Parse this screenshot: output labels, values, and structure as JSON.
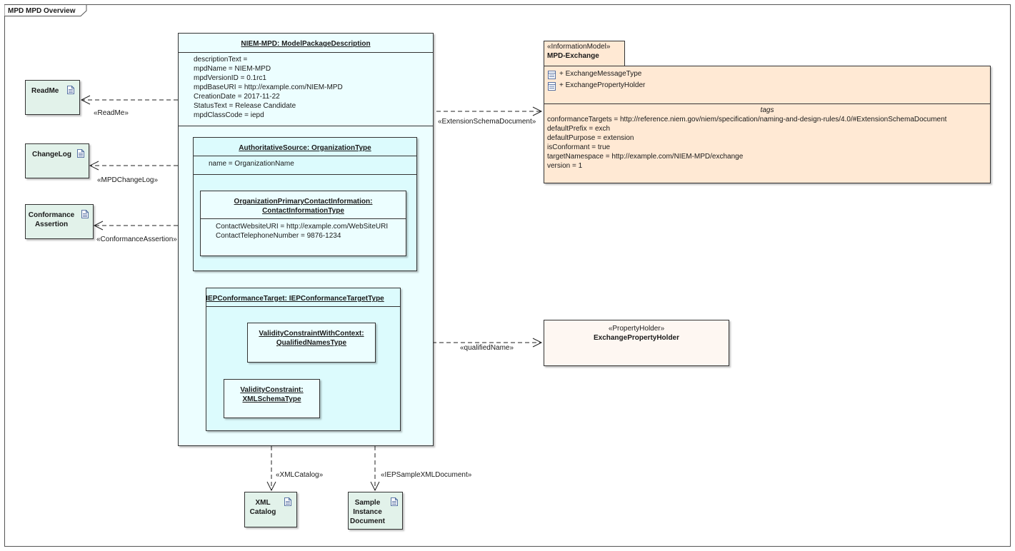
{
  "frame": {
    "title": "MPD MPD Overview"
  },
  "mpd": {
    "title": "NIEM-MPD: ModelPackageDescription",
    "attrs": [
      "descriptionText =",
      "mpdName = NIEM-MPD",
      "mpdVersionID = 0.1rc1",
      "mpdBaseURI = http://example.com/NIEM-MPD",
      "CreationDate = 2017-11-22",
      "StatusText = Release Candidate",
      "mpdClassCode = iepd"
    ]
  },
  "auth": {
    "title": "AuthoritativeSource: OrganizationType",
    "attr": "name = OrganizationName"
  },
  "contact": {
    "title1": "OrganizationPrimaryContactInformation:",
    "title2": "ContactInformationType",
    "attrs": [
      "ContactWebsiteURI = http://example.com/WebSiteURI",
      "ContactTelephoneNumber = 9876-1234"
    ]
  },
  "iep": {
    "title": "IEPConformanceTarget: IEPConformanceTargetType"
  },
  "vcwc": {
    "title1": "ValidityConstraintWithContext:",
    "title2": "QualifiedNamesType"
  },
  "vc": {
    "title1": "ValidityConstraint:",
    "title2": "XMLSchemaType"
  },
  "artifacts": {
    "readme": "ReadMe",
    "changelog": "ChangeLog",
    "conf1": "Conformance",
    "conf2": "Assertion",
    "xml1": "XML",
    "xml2": "Catalog",
    "sample1": "Sample",
    "sample2": "Instance",
    "sample3": "Document"
  },
  "exchange": {
    "stereotype": "«InformationModel»",
    "name": "MPD-Exchange",
    "items": [
      "+ ExchangeMessageType",
      "+ ExchangePropertyHolder"
    ],
    "tags_header": "tags",
    "tags": [
      "conformanceTargets = http://reference.niem.gov/niem/specification/naming-and-design-rules/4.0/#ExtensionSchemaDocument",
      "defaultPrefix = exch",
      "defaultPurpose = extension",
      "isConformant = true",
      "targetNamespace = http://example.com/NIEM-MPD/exchange",
      "version = 1"
    ]
  },
  "holder": {
    "stereotype": "«PropertyHolder»",
    "name": "ExchangePropertyHolder"
  },
  "connectors": {
    "readme": "«ReadMe»",
    "changelog": "«MPDChangeLog»",
    "conformance": "«ConformanceAssertion»",
    "extension": "«ExtensionSchemaDocument»",
    "qualified": "«qualifiedName»",
    "catalog": "«XMLCatalog»",
    "sample": "«IEPSampleXMLDocument»"
  },
  "colors": {
    "mpd_fill": "#ecfeff",
    "artifact_fill": "#e2f2ea",
    "package_fill": "#ffe9d4",
    "holder_fill": "#fef7f2"
  }
}
